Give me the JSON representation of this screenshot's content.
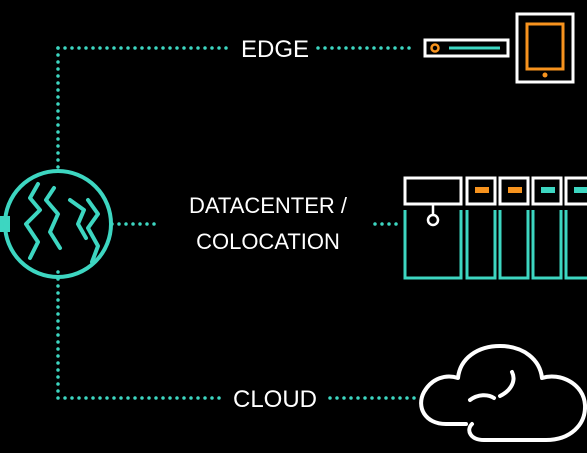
{
  "colors": {
    "background": "#000000",
    "connector": "#3dd6c1",
    "outline": "#ffffff",
    "accent_orange": "#f7931e",
    "accent_teal": "#3dd6c1"
  },
  "labels": {
    "edge": "EDGE",
    "datacenter_line1": "DATACENTER /",
    "datacenter_line2": "COLOCATION",
    "cloud": "CLOUD"
  },
  "icons": {
    "hub": "globe-icon",
    "edge_server": "server-rack-icon",
    "edge_tablet": "tablet-icon",
    "datacenter": "datacenter-racks-icon",
    "cloud": "cloud-icon"
  }
}
